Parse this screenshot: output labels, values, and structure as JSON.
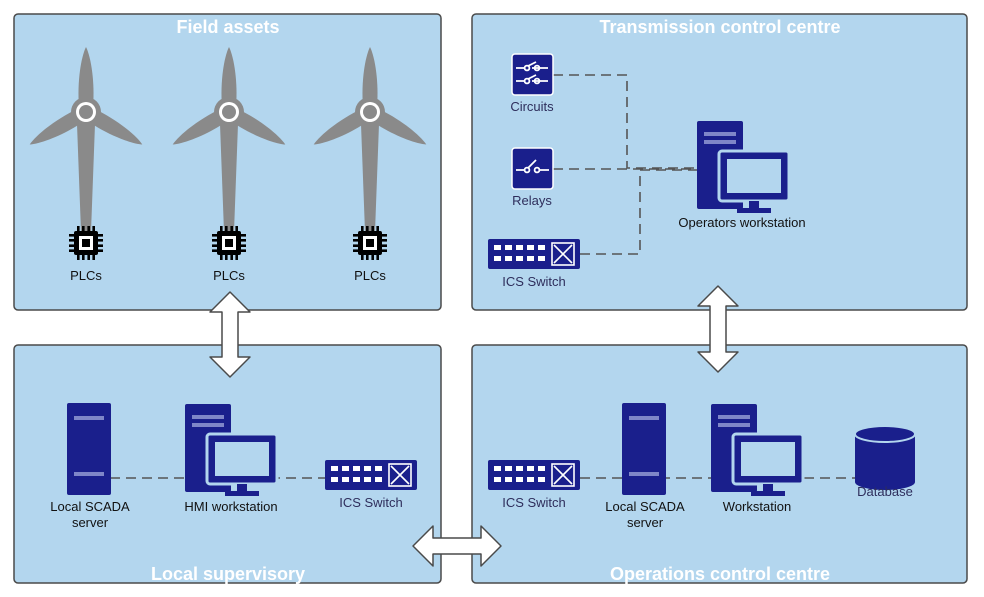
{
  "colors": {
    "panel_fill": "#b3d6ee",
    "device_navy": "#1a1f8c",
    "turbine_gray": "#8a8a8a",
    "title_white": "#ffffff"
  },
  "panels": {
    "field_assets": {
      "title": "Field assets"
    },
    "transmission": {
      "title": "Transmission control centre"
    },
    "local": {
      "title": "Local supervisory"
    },
    "operations": {
      "title": "Operations control centre"
    }
  },
  "field": {
    "plc_labels": [
      "PLCs",
      "PLCs",
      "PLCs"
    ],
    "icons": [
      "wind-turbine-icon",
      "plc-chip-icon"
    ]
  },
  "transmission": {
    "circuits_label": "Circuits",
    "relays_label": "Relays",
    "switch_label": "ICS Switch",
    "workstation_label": "Operators workstation"
  },
  "local": {
    "server_label_line1": "Local SCADA",
    "server_label_line2": "server",
    "hmi_label": "HMI workstation",
    "switch_label": "ICS Switch"
  },
  "operations": {
    "switch_label": "ICS Switch",
    "server_label_line1": "Local SCADA",
    "server_label_line2": "server",
    "workstation_label": "Workstation",
    "database_label": "Database"
  }
}
